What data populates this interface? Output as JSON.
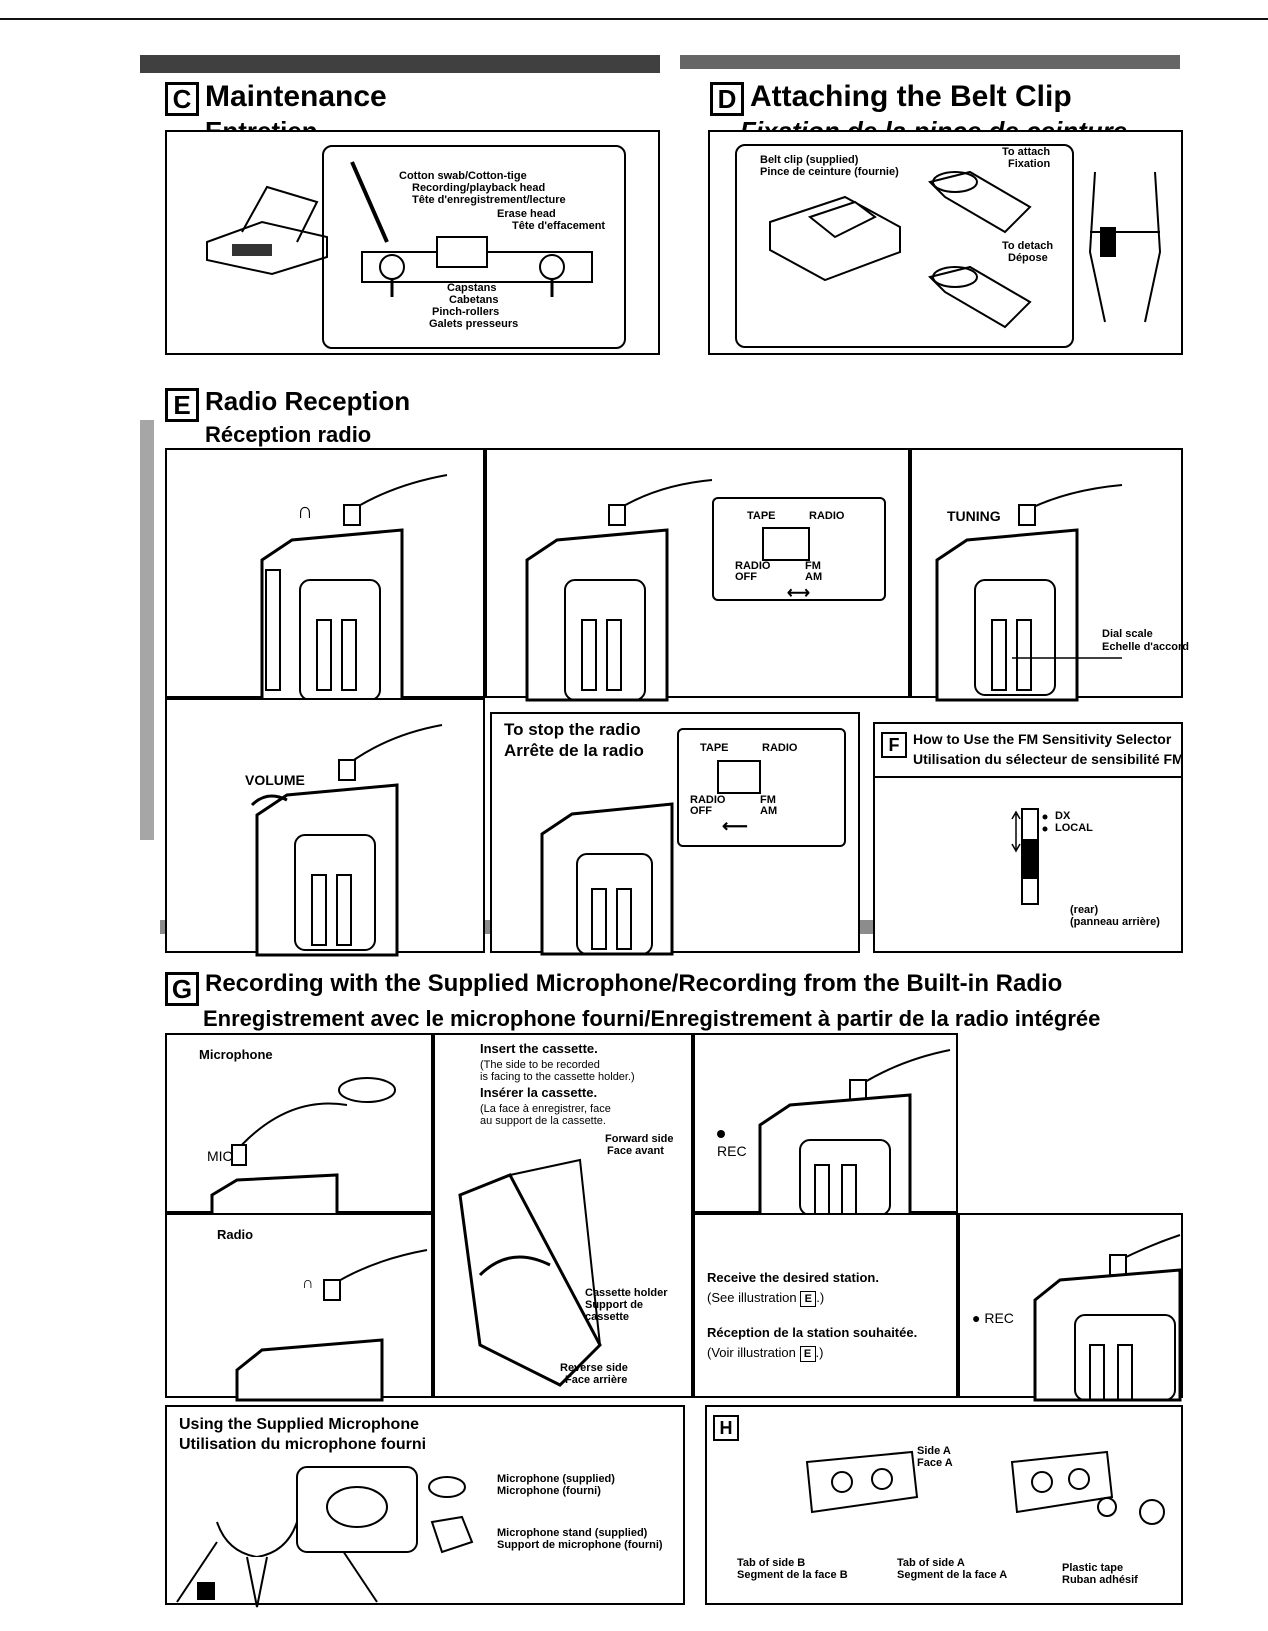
{
  "sections": {
    "C": {
      "letter": "C",
      "title_en": "Maintenance",
      "title_fr": "Entretien",
      "labels": {
        "cotton": "Cotton swab/Cotton-tige",
        "rec_head_en": "Recording/playback head",
        "rec_head_fr": "Tête d'enregistrement/lecture",
        "erase_en": "Erase head",
        "erase_fr": "Tête d'effacement",
        "capstans_en": "Capstans",
        "capstans_fr": "Cabetans",
        "pinch_en": "Pinch-rollers",
        "pinch_fr": "Galets presseurs"
      }
    },
    "D": {
      "letter": "D",
      "title_en": "Attaching the Belt Clip",
      "title_fr": "Fixation de la pince de ceinture",
      "labels": {
        "clip_en": "Belt clip (supplied)",
        "clip_fr": "Pince de ceinture (fournie)",
        "attach_en": "To attach",
        "attach_fr": "Fixation",
        "detach_en": "To detach",
        "detach_fr": "Dépose"
      }
    },
    "E": {
      "letter": "E",
      "title_en": "Radio Reception",
      "title_fr": "Réception radio",
      "switch": {
        "tape": "TAPE",
        "radio": "RADIO",
        "radio_off": "RADIO",
        "off": "OFF",
        "fm": "FM",
        "am": "AM"
      },
      "tuning": "TUNING",
      "dial_en": "Dial scale",
      "dial_fr": "Echelle d'accord",
      "volume": "VOLUME",
      "stop_en": "To stop the radio",
      "stop_fr": "Arrête de la radio"
    },
    "F": {
      "letter": "F",
      "title_en": "How to Use the FM Sensitivity Selector",
      "title_fr": "Utilisation du sélecteur de sensibilité FM",
      "dx": "DX",
      "local": "LOCAL",
      "rear_en": "(rear)",
      "rear_fr": "(panneau arrière)"
    },
    "G": {
      "letter": "G",
      "title_en": "Recording with the Supplied Microphone/Recording from the Built-in Radio",
      "title_fr": "Enregistrement avec le microphone fourni/Enregistrement à partir de la radio intégrée",
      "microphone": "Microphone",
      "mic": "MIC",
      "radio": "Radio",
      "insert_en": "Insert the cassette.",
      "insert_note_en_1": "(The side to be recorded",
      "insert_note_en_2": "is facing to the cassette holder.)",
      "insert_fr": "Insérer la cassette.",
      "insert_note_fr_1": "(La face à enregistrer, face",
      "insert_note_fr_2": "au support de la cassette.",
      "forward_en": "Forward side",
      "forward_fr": "Face avant",
      "holder_en": "Cassette holder",
      "holder_fr_1": "Support de",
      "holder_fr_2": "cassette",
      "reverse_en": "Reverse side",
      "reverse_fr": "Face arrière",
      "rec": "REC",
      "rec2": "● REC",
      "receive_en": "Receive the desired station.",
      "see_en": "(See illustration",
      "receive_fr": "Réception de la station souhaitée.",
      "see_fr": "(Voir illustration",
      "ref_letter": "E",
      "close_paren": ".)"
    },
    "mic_use": {
      "title_en": "Using the Supplied Microphone",
      "title_fr": "Utilisation du microphone fourni",
      "mic_en": "Microphone (supplied)",
      "mic_fr": "Microphone (fourni)",
      "stand_en": "Microphone stand (supplied)",
      "stand_fr": "Support de microphone (fourni)"
    },
    "H": {
      "letter": "H",
      "side_a_en": "Side A",
      "side_a_fr": "Face A",
      "tab_b_en": "Tab of side B",
      "tab_b_fr": "Segment de la face B",
      "tab_a_en": "Tab of side A",
      "tab_a_fr": "Segment de la face A",
      "tape_en": "Plastic tape",
      "tape_fr": "Ruban adhésif"
    }
  }
}
